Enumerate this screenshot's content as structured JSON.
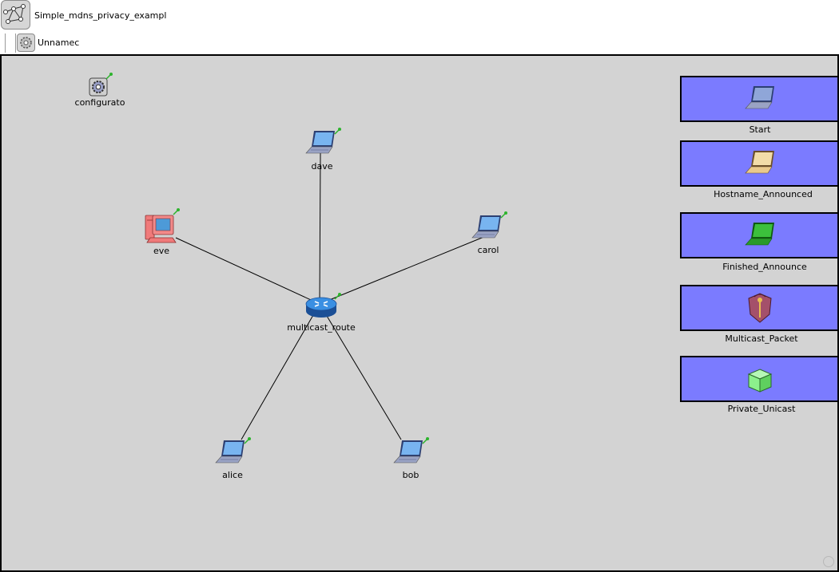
{
  "header": {
    "title": "Simple_mdns_privacy_exampl",
    "icon": "network-icon"
  },
  "subheader": {
    "title": "Unnamec",
    "icon": "gear-icon"
  },
  "network": {
    "nodes": {
      "configurator": {
        "label": "configurato",
        "icon": "gear-icon"
      },
      "dave": {
        "label": "dave",
        "icon": "laptop-icon"
      },
      "eve": {
        "label": "eve",
        "icon": "desktop-pc-icon",
        "color": "#f07a7a"
      },
      "carol": {
        "label": "carol",
        "icon": "laptop-icon"
      },
      "router": {
        "label": "multicast_route",
        "icon": "router-icon",
        "color": "#1f6fc8"
      },
      "alice": {
        "label": "alice",
        "icon": "laptop-icon"
      },
      "bob": {
        "label": "bob",
        "icon": "laptop-icon"
      }
    },
    "links": [
      [
        "router",
        "dave"
      ],
      [
        "router",
        "eve"
      ],
      [
        "router",
        "carol"
      ],
      [
        "router",
        "alice"
      ],
      [
        "router",
        "bob"
      ]
    ]
  },
  "legend": [
    {
      "label": "Start",
      "icon": "laptop-icon",
      "color": "#8fa6d8"
    },
    {
      "label": "Hostname_Announced",
      "icon": "laptop-icon",
      "color": "#e9c98c"
    },
    {
      "label": "Finished_Announce",
      "icon": "laptop-icon",
      "color": "#3cc03c"
    },
    {
      "label": "Multicast_Packet",
      "icon": "shield-antenna-icon",
      "color": "#a4506a"
    },
    {
      "label": "Private_Unicast",
      "icon": "cube-icon",
      "color": "#8cf08c"
    }
  ],
  "colors": {
    "canvas": "#d3d3d3",
    "legend_fill": "#7b7bff",
    "pin": "#2db42d"
  }
}
